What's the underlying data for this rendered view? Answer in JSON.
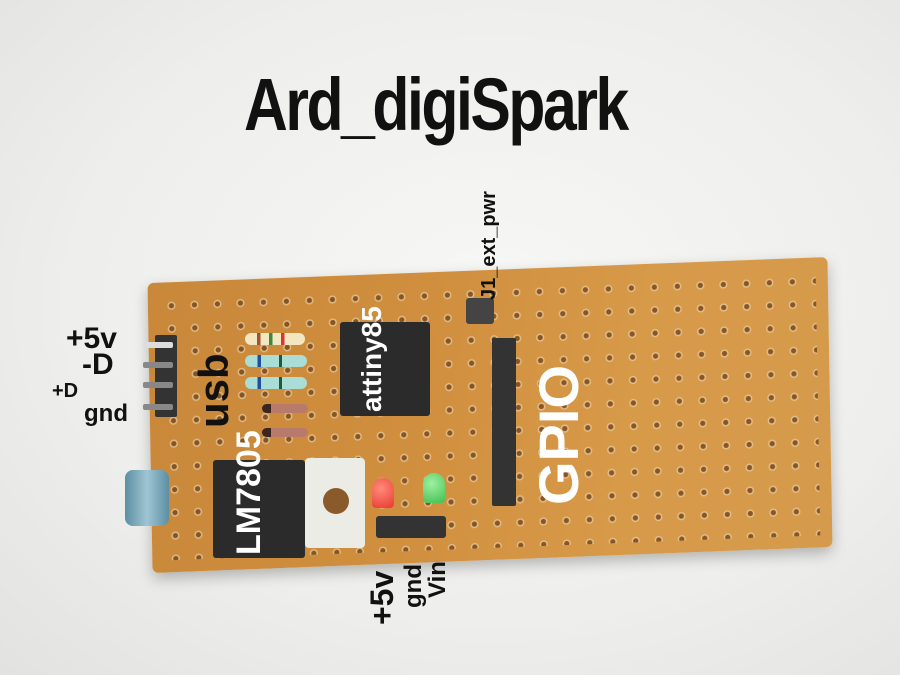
{
  "title": "Ard_digiSpark",
  "labels": {
    "usb_pins": [
      "+5v",
      "-D",
      "+D",
      "gnd"
    ],
    "usb": "usb",
    "jumper": "J1_ext_pwr",
    "mcu": "attiny85",
    "gpio": "GPIO",
    "regulator": "LM7805",
    "power_pins": [
      "+5v",
      "gnd",
      "Vin"
    ]
  },
  "colors": {
    "board": "#d08f3e",
    "text_dark": "#111111",
    "text_light": "#ffffff",
    "led_red": "#e8392f",
    "led_green": "#3fbf4f",
    "capacitor": "#7fb0c2"
  }
}
